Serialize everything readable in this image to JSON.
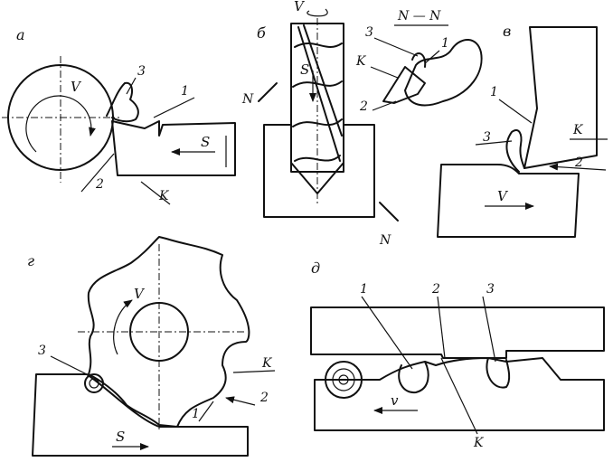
{
  "panels": {
    "a": {
      "letter": "а",
      "labels": {
        "v": "V",
        "s": "S",
        "k": "K",
        "n1": "1",
        "n2": "2",
        "n3": "3"
      }
    },
    "b": {
      "letter": "б",
      "labels": {
        "v": "V",
        "s": "S",
        "n_top": "N",
        "n_bottom": "N",
        "section": "N — N",
        "k": "K",
        "n1": "1",
        "n2": "2",
        "n3": "3"
      }
    },
    "c": {
      "letter": "в",
      "labels": {
        "v": "V",
        "k": "K",
        "n1": "1",
        "n2": "2",
        "n3": "3"
      }
    },
    "d": {
      "letter": "г",
      "labels": {
        "v": "V",
        "s": "S",
        "k": "K",
        "n1": "1",
        "n2": "2",
        "n3": "3"
      }
    },
    "e": {
      "letter": "д",
      "labels": {
        "v": "v",
        "k": "K",
        "n1": "1",
        "n2": "2",
        "n3": "3"
      }
    }
  }
}
